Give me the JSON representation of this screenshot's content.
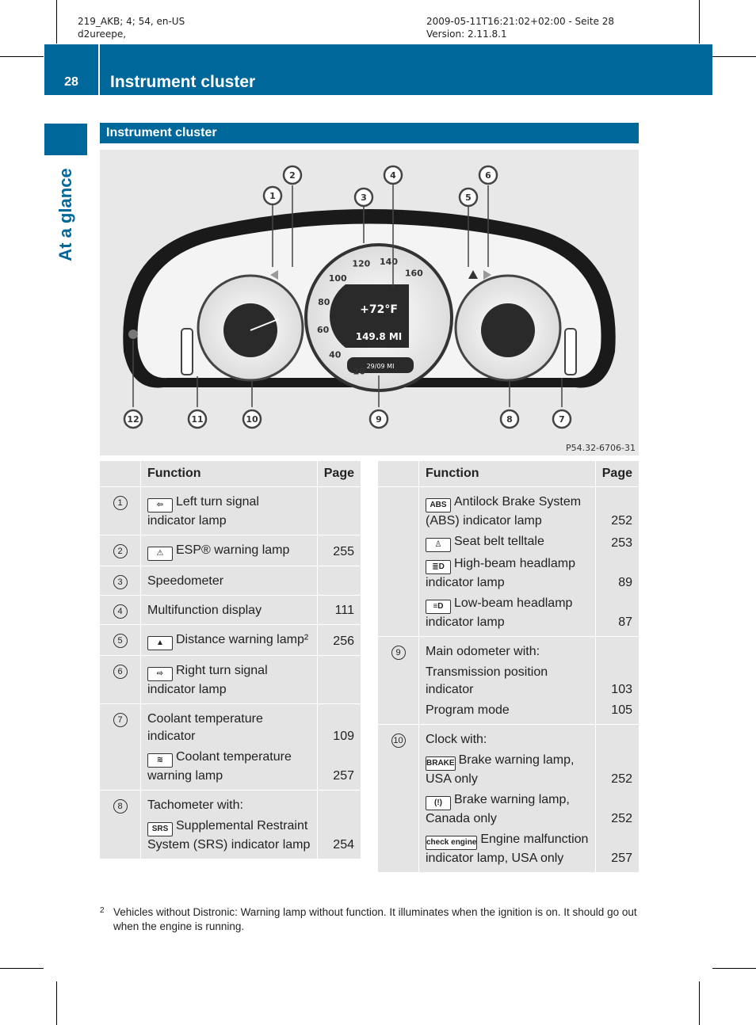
{
  "meta": {
    "left_line1": "219_AKB; 4; 54, en-US",
    "left_line2": "d2ureepe,",
    "right_line1": "2009-05-11T16:21:02+02:00 - Seite 28",
    "right_line2": "Version: 2.11.8.1"
  },
  "header": {
    "page_number": "28",
    "title": "Instrument cluster"
  },
  "side_tab": "At a glance",
  "section_title": "Instrument cluster",
  "figure": {
    "code": "P54.32-6706-31",
    "display_temp": "+72°F",
    "display_odo": "149.8 MI",
    "display_bottom": "29/09 MI",
    "callouts": [
      "1",
      "2",
      "3",
      "4",
      "5",
      "6",
      "7",
      "8",
      "9",
      "10",
      "11",
      "12"
    ],
    "speed_ticks": [
      "20",
      "40",
      "60",
      "80",
      "100",
      "120",
      "140",
      "160"
    ]
  },
  "table_left": {
    "headers": {
      "function": "Function",
      "page": "Page"
    },
    "rows": [
      {
        "num": "1",
        "items": [
          {
            "icon": "left-arrow-icon",
            "icon_text": "⇦",
            "text": "Left turn signal indicator lamp",
            "page": ""
          }
        ]
      },
      {
        "num": "2",
        "items": [
          {
            "icon": "warning-triangle-icon",
            "icon_text": "⚠",
            "text": "ESP® warning lamp",
            "page": "255"
          }
        ]
      },
      {
        "num": "3",
        "items": [
          {
            "text": "Speedometer",
            "page": ""
          }
        ]
      },
      {
        "num": "4",
        "items": [
          {
            "text": "Multifunction display",
            "page": "111"
          }
        ]
      },
      {
        "num": "5",
        "items": [
          {
            "icon": "distance-warning-icon",
            "icon_text": "▲",
            "text": "Distance warning lamp²",
            "page": "256"
          }
        ]
      },
      {
        "num": "6",
        "items": [
          {
            "icon": "right-arrow-icon",
            "icon_text": "⇨",
            "text": "Right turn signal indicator lamp",
            "page": ""
          }
        ]
      },
      {
        "num": "7",
        "items": [
          {
            "text": "Coolant temperature indicator",
            "page": "109"
          },
          {
            "icon": "coolant-icon",
            "icon_text": "≋",
            "text": "Coolant temperature warning lamp",
            "page": "257"
          }
        ]
      },
      {
        "num": "8",
        "items": [
          {
            "text": "Tachometer with:",
            "page": ""
          },
          {
            "icon": "srs-icon",
            "icon_text": "SRS",
            "text": "Supplemental Restraint System (SRS) indicator lamp",
            "page": "254"
          }
        ]
      }
    ]
  },
  "table_right": {
    "headers": {
      "function": "Function",
      "page": "Page"
    },
    "rows": [
      {
        "num": "",
        "items": [
          {
            "icon": "abs-icon",
            "icon_text": "ABS",
            "text": "Antilock Brake System (ABS) indicator lamp",
            "page": "252"
          },
          {
            "icon": "seat-belt-icon",
            "icon_text": "♙",
            "text": "Seat belt telltale",
            "page": "253"
          },
          {
            "icon": "high-beam-icon",
            "icon_text": "≣D",
            "text": "High-beam headlamp indicator lamp",
            "page": "89"
          },
          {
            "icon": "low-beam-icon",
            "icon_text": "≡D",
            "text": "Low-beam headlamp indicator lamp",
            "page": "87"
          }
        ]
      },
      {
        "num": "9",
        "items": [
          {
            "text": "Main odometer with:",
            "page": ""
          },
          {
            "text": "Transmission position indicator",
            "page": "103"
          },
          {
            "text": "Program mode",
            "page": "105"
          }
        ]
      },
      {
        "num": "10",
        "items": [
          {
            "text": "Clock with:",
            "page": ""
          },
          {
            "icon": "brake-icon",
            "icon_text": "BRAKE",
            "text": "Brake warning lamp, USA only",
            "page": "252"
          },
          {
            "icon": "brake-circle-icon",
            "icon_text": "(!)",
            "text": "Brake warning lamp, Canada only",
            "page": "252"
          },
          {
            "icon": "check-engine-icon",
            "icon_text": "check engine",
            "text": "Engine malfunction indicator lamp, USA only",
            "page": "257"
          }
        ]
      }
    ]
  },
  "footnote": {
    "mark": "2",
    "text": "Vehicles without Distronic: Warning lamp without function. It illuminates when the ignition is on. It should go out when the engine is running."
  }
}
